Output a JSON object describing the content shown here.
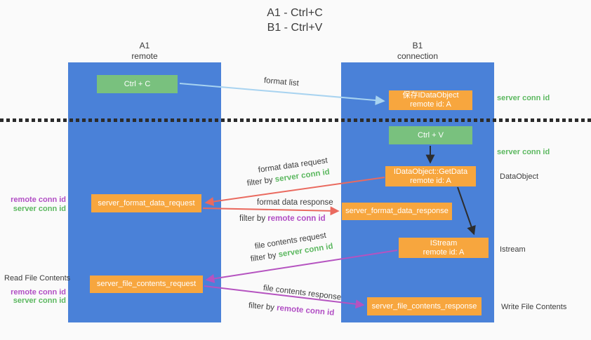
{
  "title": {
    "line1": "A1 - Ctrl+C",
    "line2": "B1 - Ctrl+V"
  },
  "columns": {
    "left": {
      "id": "A1",
      "subtitle": "remote"
    },
    "right": {
      "id": "B1",
      "subtitle": "connection"
    }
  },
  "nodes": {
    "ctrl_c": "Ctrl + C",
    "save_dataobject_line1": "保存IDataObject",
    "save_dataobject_line2": "remote id: A",
    "ctrl_v": "Ctrl + V",
    "getdata_line1": "IDataObject::GetData",
    "getdata_line2": "remote id: A",
    "format_request": "server_format_data_request",
    "format_response": "server_format_data_response",
    "istream_line1": "IStream",
    "istream_line2": "remote id: A",
    "file_request": "server_file_contents_request",
    "file_response": "server_file_contents_response"
  },
  "side_labels": {
    "server_conn_id_right_top": "server conn id",
    "server_conn_id_right_mid": "server conn id",
    "dataobject": "DataObject",
    "istream": "Istream",
    "write_file_contents": "Write File Contents",
    "read_file_contents": "Read File Contents",
    "remote_conn_id_left_top": "remote conn id",
    "server_conn_id_left_top": "server conn id",
    "remote_conn_id_left_bottom": "remote conn id",
    "server_conn_id_left_bottom": "server conn id"
  },
  "arrow_labels": {
    "format_list": "format list",
    "format_data_request": "format data request",
    "format_data_response": "format data response",
    "file_contents_request": "file contents request",
    "file_contents_response": "file contents response",
    "filter_by": "filter by ",
    "server_conn_id": "server conn id",
    "remote_conn_id": "remote conn id"
  },
  "colors": {
    "background": "#fafafa",
    "column_blue": "#4a81d8",
    "node_green": "#79c17e",
    "node_orange": "#f7a63e",
    "green_label": "#5cb860",
    "purple_label": "#b14ec4",
    "arrow_red": "#ea6a5f",
    "arrow_purple": "#b553c0",
    "arrow_blue": "#a8d3f0",
    "arrow_black": "#2d2d2d",
    "divider_black": "#2b2b2b"
  }
}
